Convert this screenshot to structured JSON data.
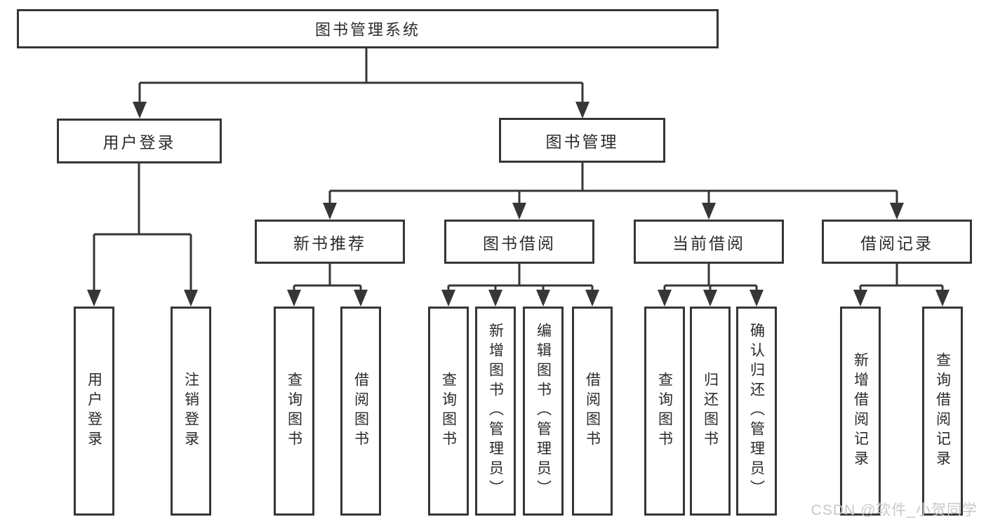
{
  "tree": {
    "root": "图书管理系统",
    "user_login": {
      "label": "用户登录",
      "children": [
        "用户登录",
        "注销登录"
      ]
    },
    "book_mgmt": {
      "label": "图书管理"
    },
    "new_book": {
      "label": "新书推荐",
      "children": [
        "查询图书",
        "借阅图书"
      ]
    },
    "book_borrow": {
      "label": "图书借阅",
      "children": [
        "查询图书",
        "新增图书（管理员）",
        "编辑图书（管理员）",
        "借阅图书"
      ]
    },
    "current_borrow": {
      "label": "当前借阅",
      "children": [
        "查询图书",
        "归还图书",
        "确认归还（管理员）"
      ]
    },
    "borrow_record": {
      "label": "借阅记录",
      "children": [
        "新增借阅记录",
        "查询借阅记录"
      ]
    }
  },
  "watermark": "CSDN @软件_小贺同学",
  "colors": {
    "line": "#363636",
    "text": "#2b2b2b",
    "watermark": "#c8c8c8",
    "background": "#ffffff"
  }
}
